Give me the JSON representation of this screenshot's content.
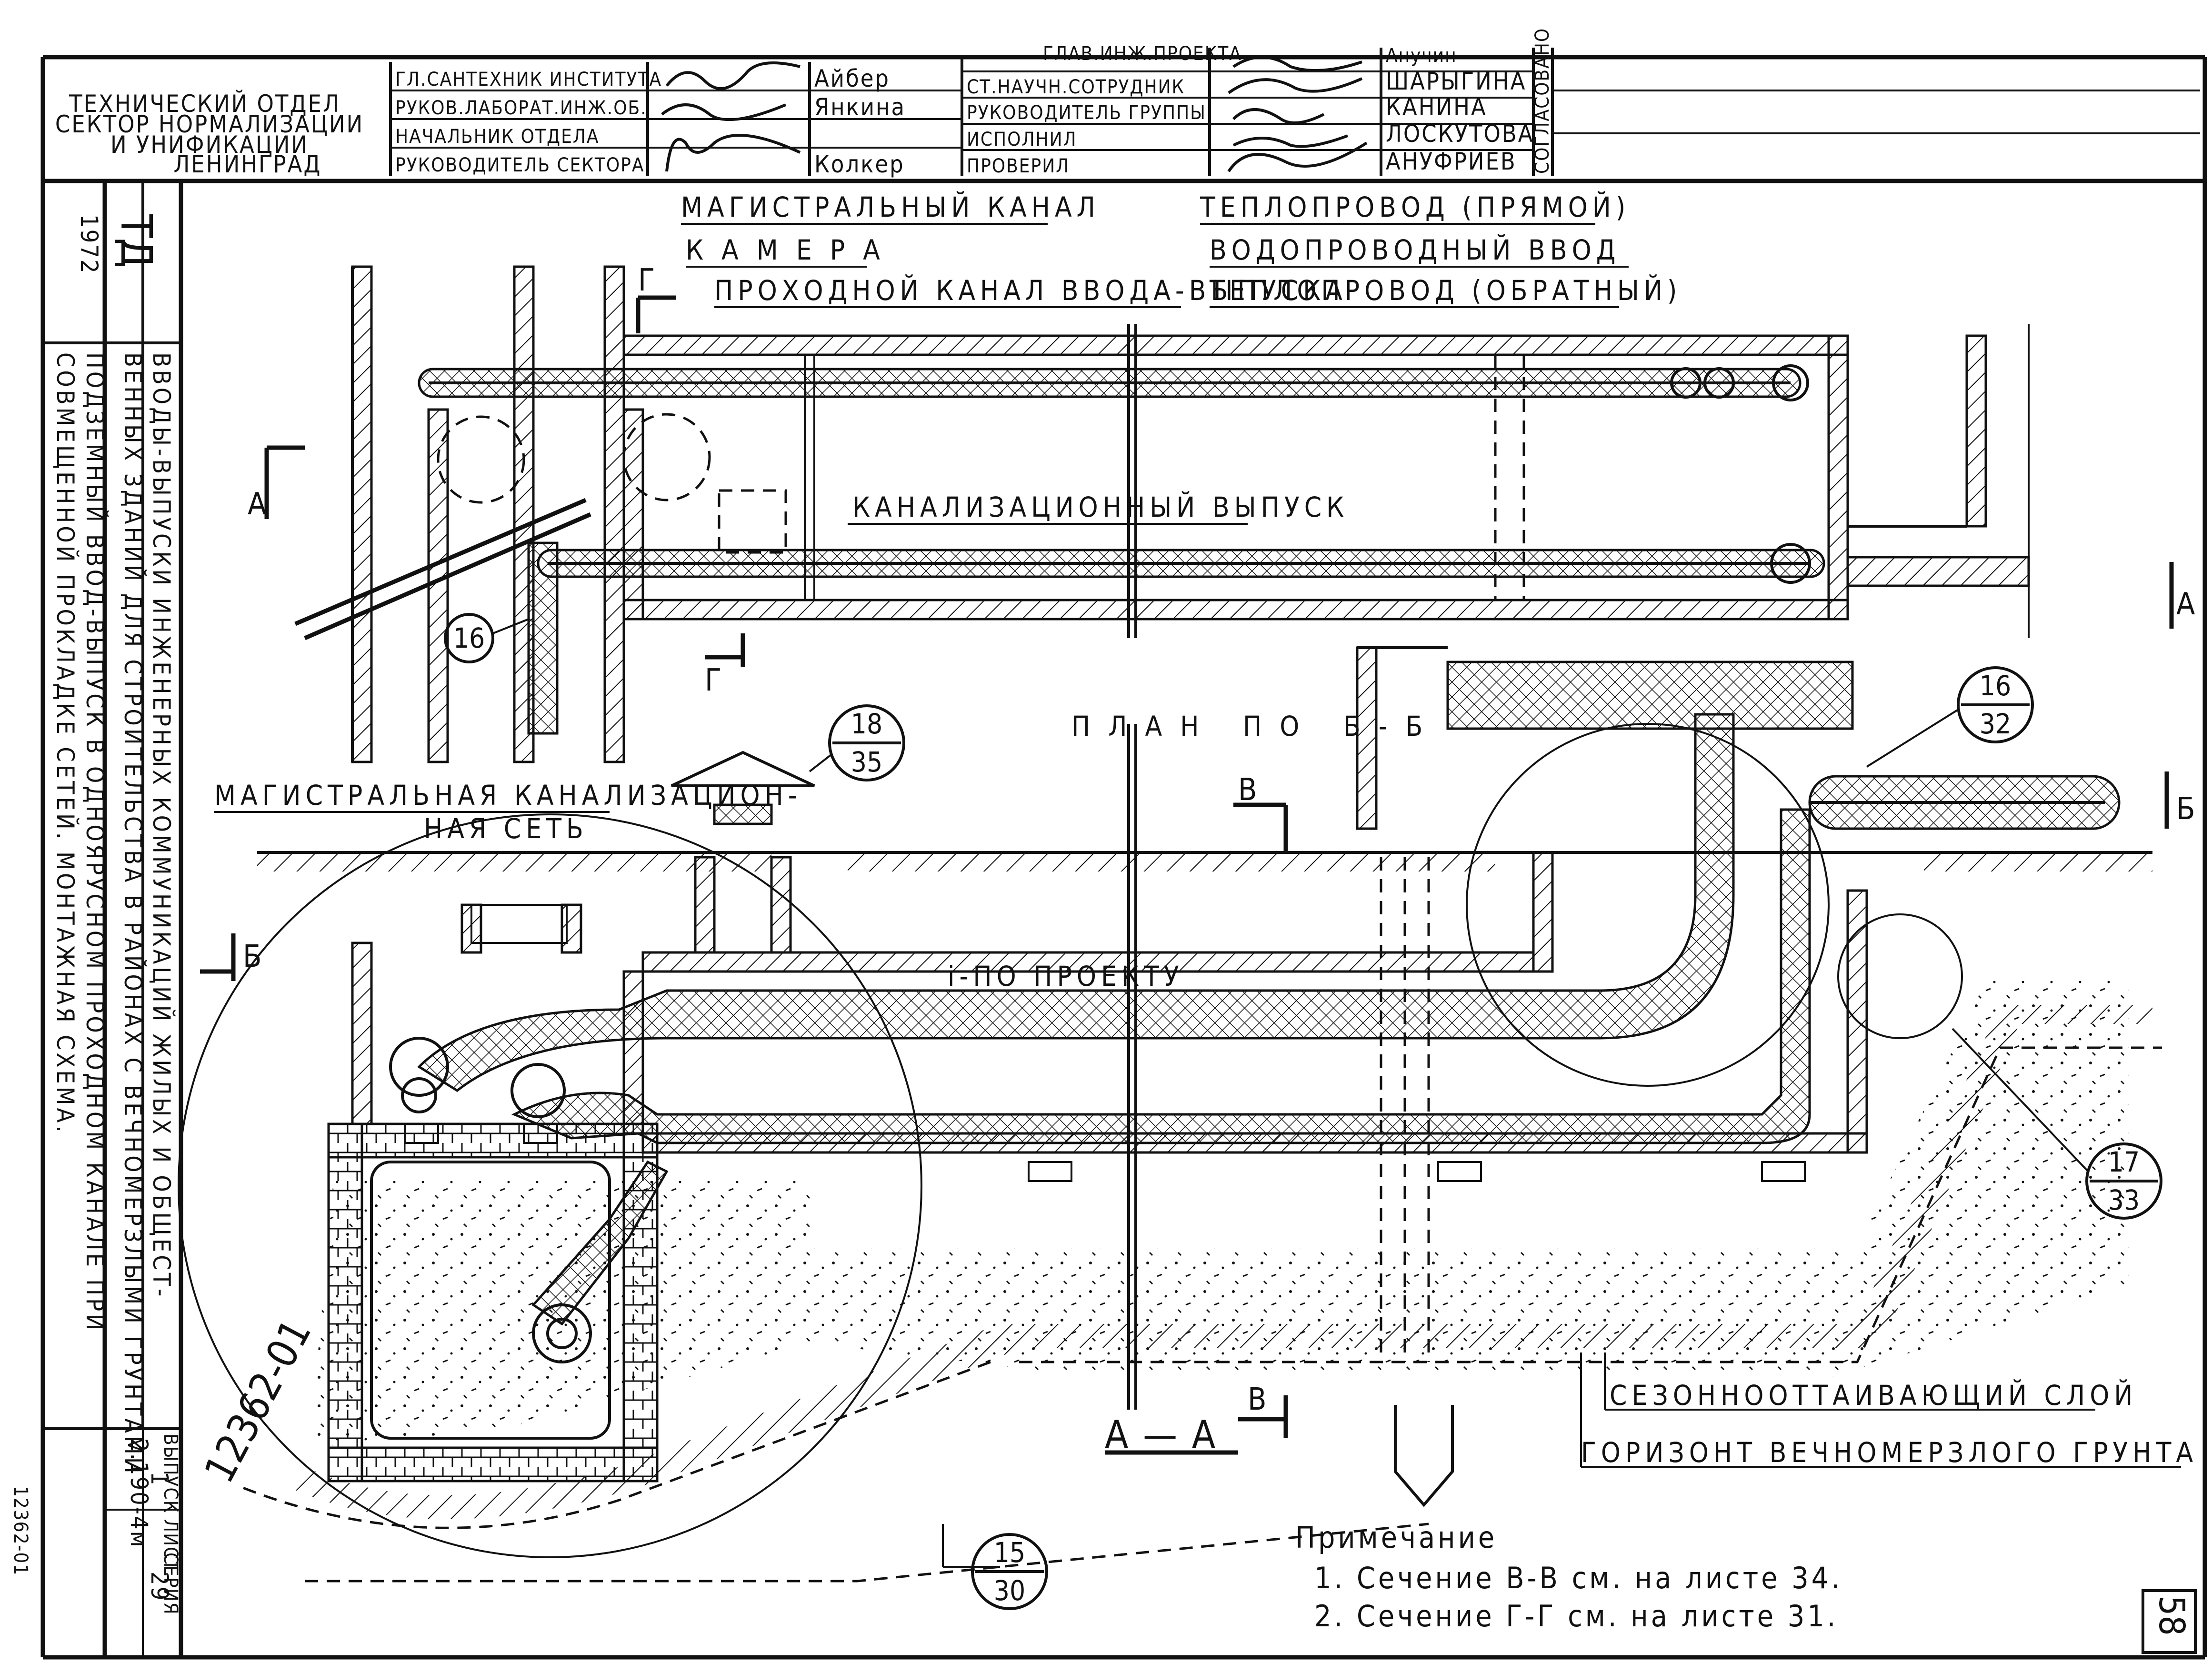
{
  "title_block": {
    "org": {
      "line1": "ТЕХНИЧЕСКИЙ ОТДЕЛ",
      "line2": "СЕКТОР НОРМАЛИЗАЦИИ",
      "line3": "И УНИФИКАЦИИ",
      "line4": "ЛЕНИНГРАД"
    },
    "left_roles": [
      {
        "role": "ГЛ.САНТЕХНИК ИНСТИТУТА",
        "name": "Айбер"
      },
      {
        "role": "РУКОВ.ЛАБОРАТ.ИНЖ.ОБ.",
        "name": "Янкина"
      },
      {
        "role": "НАЧАЛЬНИК ОТДЕЛА",
        "name": ""
      },
      {
        "role": "РУКОВОДИТЕЛЬ СЕКТОРА",
        "name": "Колкер"
      }
    ],
    "right_roles": [
      {
        "role": "ГЛАВ.ИНЖ.ПРОЕКТА",
        "name": "Анучин"
      },
      {
        "role": "СТ.НАУЧН.СОТРУДНИК",
        "name": "ШАРЫГИНА"
      },
      {
        "role": "РУКОВОДИТЕЛЬ ГРУППЫ",
        "name": "КАНИНА"
      },
      {
        "role": "ИСПОЛНИЛ",
        "name": "ЛОСКУТОВА"
      },
      {
        "role": "ПРОВЕРИЛ",
        "name": "АНУФРИЕВ"
      }
    ],
    "agreed": "СОГЛАСОВАНО"
  },
  "side_panel": {
    "year": "1972",
    "code": "ТД",
    "title_line1": "ВВОДЫ-ВЫПУСКИ ИНЖЕНЕРНЫХ КОММУНИКАЦИЙ ЖИЛЫХ И ОБЩЕСТ-",
    "title_line2": "ВЕННЫХ ЗДАНИЙ ДЛЯ СТРОИТЕЛЬСТВА В РАЙОНАХ С ВЕЧНОМЕРЗЛЫМИ ГРУНТАМИ",
    "subtitle_line1": "ПОДЗЕМНЫЙ ВВОД-ВЫПУСК В ОДНОЯРУСНОМ ПРОХОДНОМ КАНАЛЕ ПРИ",
    "subtitle_line2": "СОВМЕЩЕННОЙ ПРОКЛАДКЕ СЕТЕЙ. МОНТАЖНАЯ СХЕМА.",
    "series_label": "СЕРИЯ",
    "series": "2.190-4м",
    "issue_label": "ВЫПУСК",
    "issue": "1",
    "sheet_label": "ЛИСТ",
    "sheet": "29"
  },
  "labels": {
    "main_channel": "МАГИСТРАЛЬНЫЙ КАНАЛ",
    "chamber": "КАМЕРА",
    "pass_channel": "ПРОХОДНОЙ КАНАЛ ВВОДА-ВЫПУСКА",
    "heat_supply": "ТЕПЛОПРОВОД (ПРЯМОЙ)",
    "water_input": "ВОДОПРОВОДНЫЙ ВВОД",
    "heat_return": "ТЕПЛОПРОВОД (ОБРАТНЫЙ)",
    "sewer_outlet": "КАНАЛИЗАЦИОННЫЙ ВЫПУСК",
    "sewer_net_1": "МАГИСТРАЛЬНАЯ КАНАЛИЗАЦИОН-",
    "sewer_net_2": "НАЯ СЕТЬ",
    "plan": "ПЛАН ПО Б-Б",
    "per_project": "i-ПО ПРОЕКТУ",
    "thaw_layer": "СЕЗОННООТТАИВАЮЩИЙ СЛОЙ",
    "permafrost": "ГОРИЗОНТ ВЕЧНОМЕРЗЛОГО ГРУНТА",
    "section_aa": "А — А",
    "cut_a": "А",
    "cut_b": "Б",
    "cut_v": "В",
    "cut_g": "Г"
  },
  "callouts": [
    {
      "top": "16",
      "bottom": ""
    },
    {
      "top": "18",
      "bottom": "35"
    },
    {
      "top": "16",
      "bottom": "32"
    },
    {
      "top": "17",
      "bottom": "33"
    },
    {
      "top": "15",
      "bottom": "30"
    }
  ],
  "note": {
    "title": "Примечание",
    "line1": "1. Сечение В-В см. на листе 34.",
    "line2": "2. Сечение Г-Г см. на листе 31."
  },
  "page_number": "58",
  "stamp": "12362-01",
  "margin_code": "12362-01"
}
